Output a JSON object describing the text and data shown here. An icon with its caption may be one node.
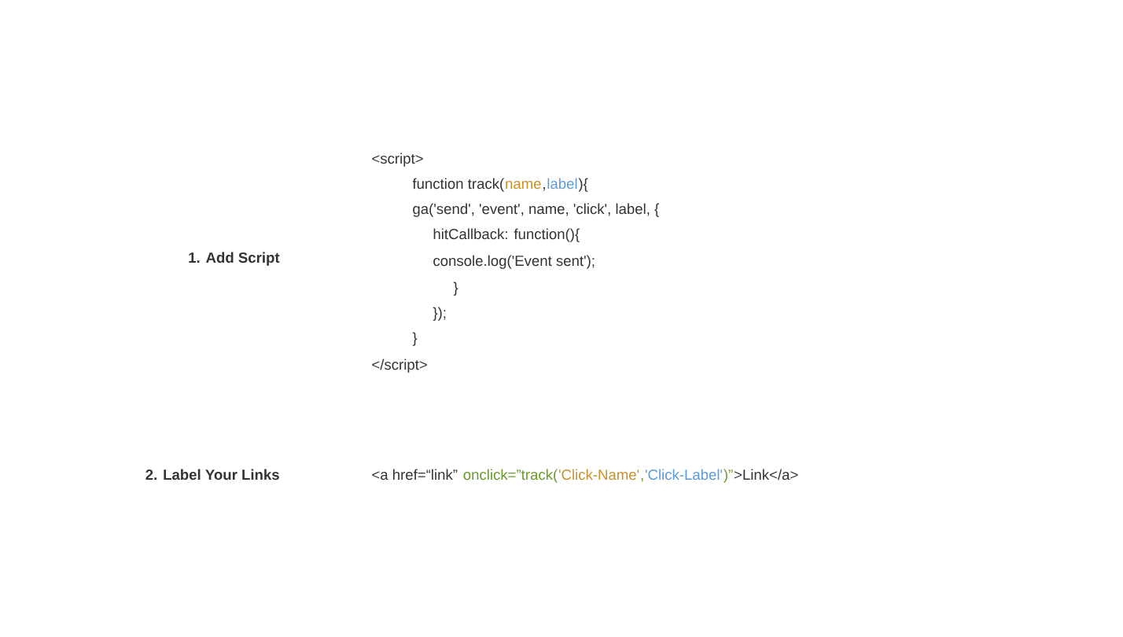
{
  "diagram": {
    "labels": [
      "1. Add Script",
      "<script>",
      "function track(",
      "name",
      ",",
      "label",
      "){",
      "ga('send', 'event', name, 'click', label, {",
      "hitCallback: function(){",
      "console.log('Event sent');",
      "}",
      "});",
      "}",
      "</script>",
      "2. Label Your Links",
      "<a href=“link”",
      "onclick=”track(",
      "'Click-Name'",
      ",",
      "'Click-Label'",
      ")”",
      ">Link</a>"
    ]
  }
}
